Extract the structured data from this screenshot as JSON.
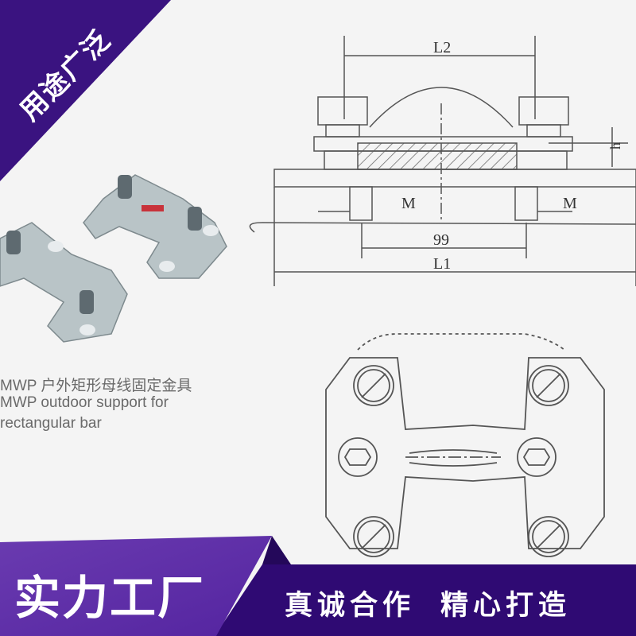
{
  "corner_badge": {
    "label": "用途广泛"
  },
  "product_caption": {
    "line1": "MWP 户外矩形母线固定金具",
    "line2": "MWP outdoor support for",
    "line3": "rectangular bar"
  },
  "drawing_labels": {
    "l2": "L2",
    "h": "h",
    "m_left": "M",
    "m_right": "M",
    "span": "99",
    "l1": "L1"
  },
  "banner": {
    "factory_label": "实力工厂",
    "slogan_part1": "真诚合作",
    "slogan_part2": "精心打造"
  },
  "colors": {
    "banner_dark": "#2f0a73",
    "banner_light": "#6a3bb0",
    "corner": "#3a1380"
  }
}
